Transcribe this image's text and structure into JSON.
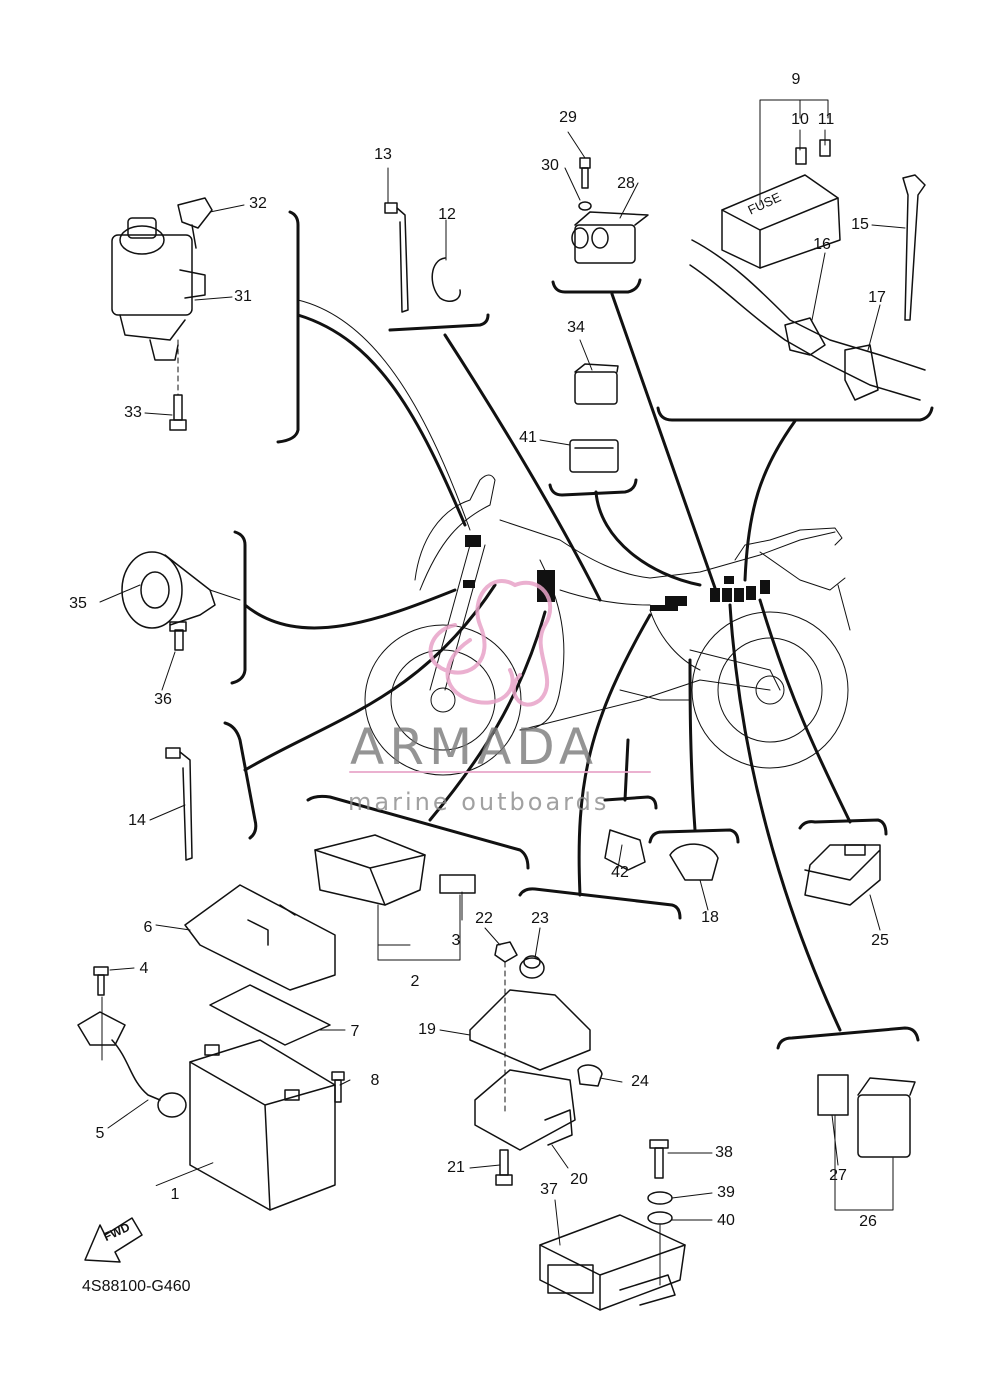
{
  "diagram_code": "4S88100-G460",
  "watermark": {
    "brand": "ARMADA",
    "tagline": "marine outboards",
    "color": "#e8a3c8"
  },
  "fuse_box_text": "FUSE",
  "fwd_arrow_text": "FWD",
  "part_labels": {
    "p1": "1",
    "p2": "2",
    "p3": "3",
    "p4": "4",
    "p5": "5",
    "p6": "6",
    "p7": "7",
    "p8": "8",
    "p9": "9",
    "p10": "10",
    "p11": "11",
    "p12": "12",
    "p13": "13",
    "p14": "14",
    "p15": "15",
    "p16": "16",
    "p17": "17",
    "p18": "18",
    "p19": "19",
    "p20": "20",
    "p21": "21",
    "p22": "22",
    "p23": "23",
    "p24": "24",
    "p25": "25",
    "p26": "26",
    "p27": "27",
    "p28": "28",
    "p29": "29",
    "p30": "30",
    "p31": "31",
    "p32": "32",
    "p33": "33",
    "p34": "34",
    "p35": "35",
    "p36": "36",
    "p37": "37",
    "p38": "38",
    "p39": "39",
    "p40": "40",
    "p41": "41",
    "p42": "42"
  }
}
